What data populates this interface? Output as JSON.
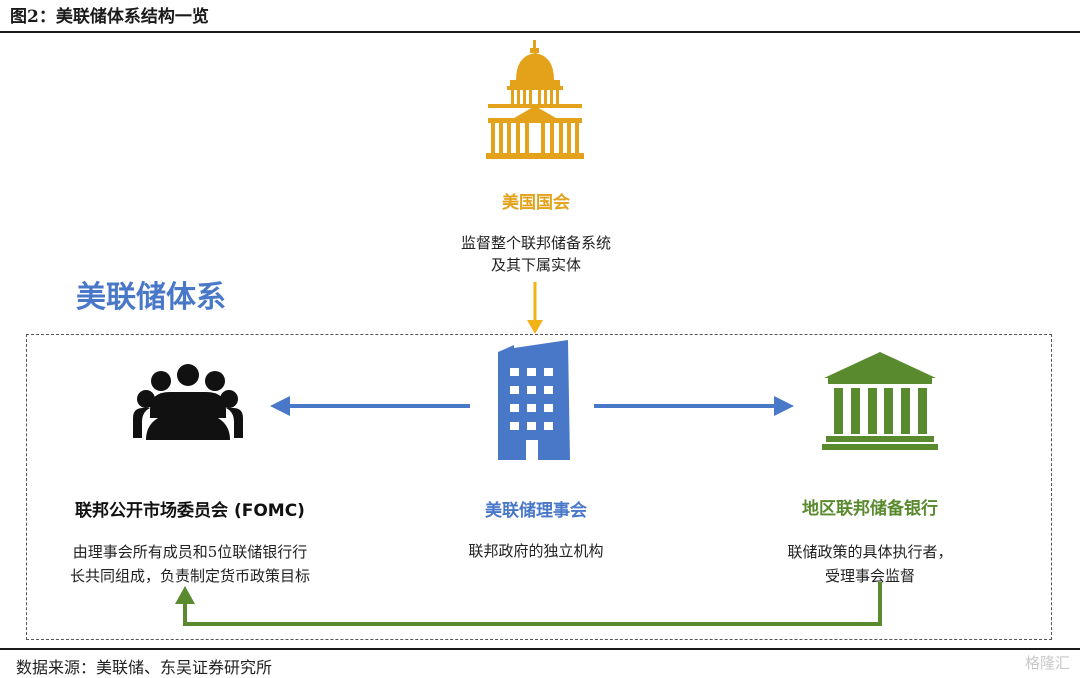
{
  "figure": {
    "title": "图2：美联储体系结构一览",
    "source": "数据来源：美联储、东吴证券研究所",
    "watermark": "格隆汇"
  },
  "system_label": "美联储体系",
  "nodes": {
    "congress": {
      "name": "美国国会",
      "desc_lines": [
        "监督整个联邦储备系统",
        "及其下属实体"
      ],
      "icon": "capitol-icon",
      "color": "#e3a21a"
    },
    "fomc": {
      "name": "联邦公开市场委员会 (FOMC)",
      "desc_lines": [
        "由理事会所有成员和5位联储银行行",
        "长共同组成，负责制定货币政策目标"
      ],
      "icon": "meeting-group-icon",
      "color": "#111111"
    },
    "board": {
      "name": "美联储理事会",
      "desc": "联邦政府的独立机构",
      "icon": "office-building-icon",
      "color": "#4a78c9"
    },
    "reserve_banks": {
      "name": "地区联邦储备银行",
      "desc_lines": [
        "联储政策的具体执行者，",
        "受理事会监督"
      ],
      "icon": "bank-icon",
      "color": "#5a8a2e"
    }
  },
  "edges": [
    {
      "from": "congress",
      "to": "board",
      "color": "#f2b318"
    },
    {
      "from": "board",
      "to": "fomc",
      "color": "#4a78c9"
    },
    {
      "from": "board",
      "to": "reserve_banks",
      "color": "#4a78c9"
    },
    {
      "from": "reserve_banks",
      "to": "fomc",
      "color": "#5a8a2e"
    }
  ]
}
